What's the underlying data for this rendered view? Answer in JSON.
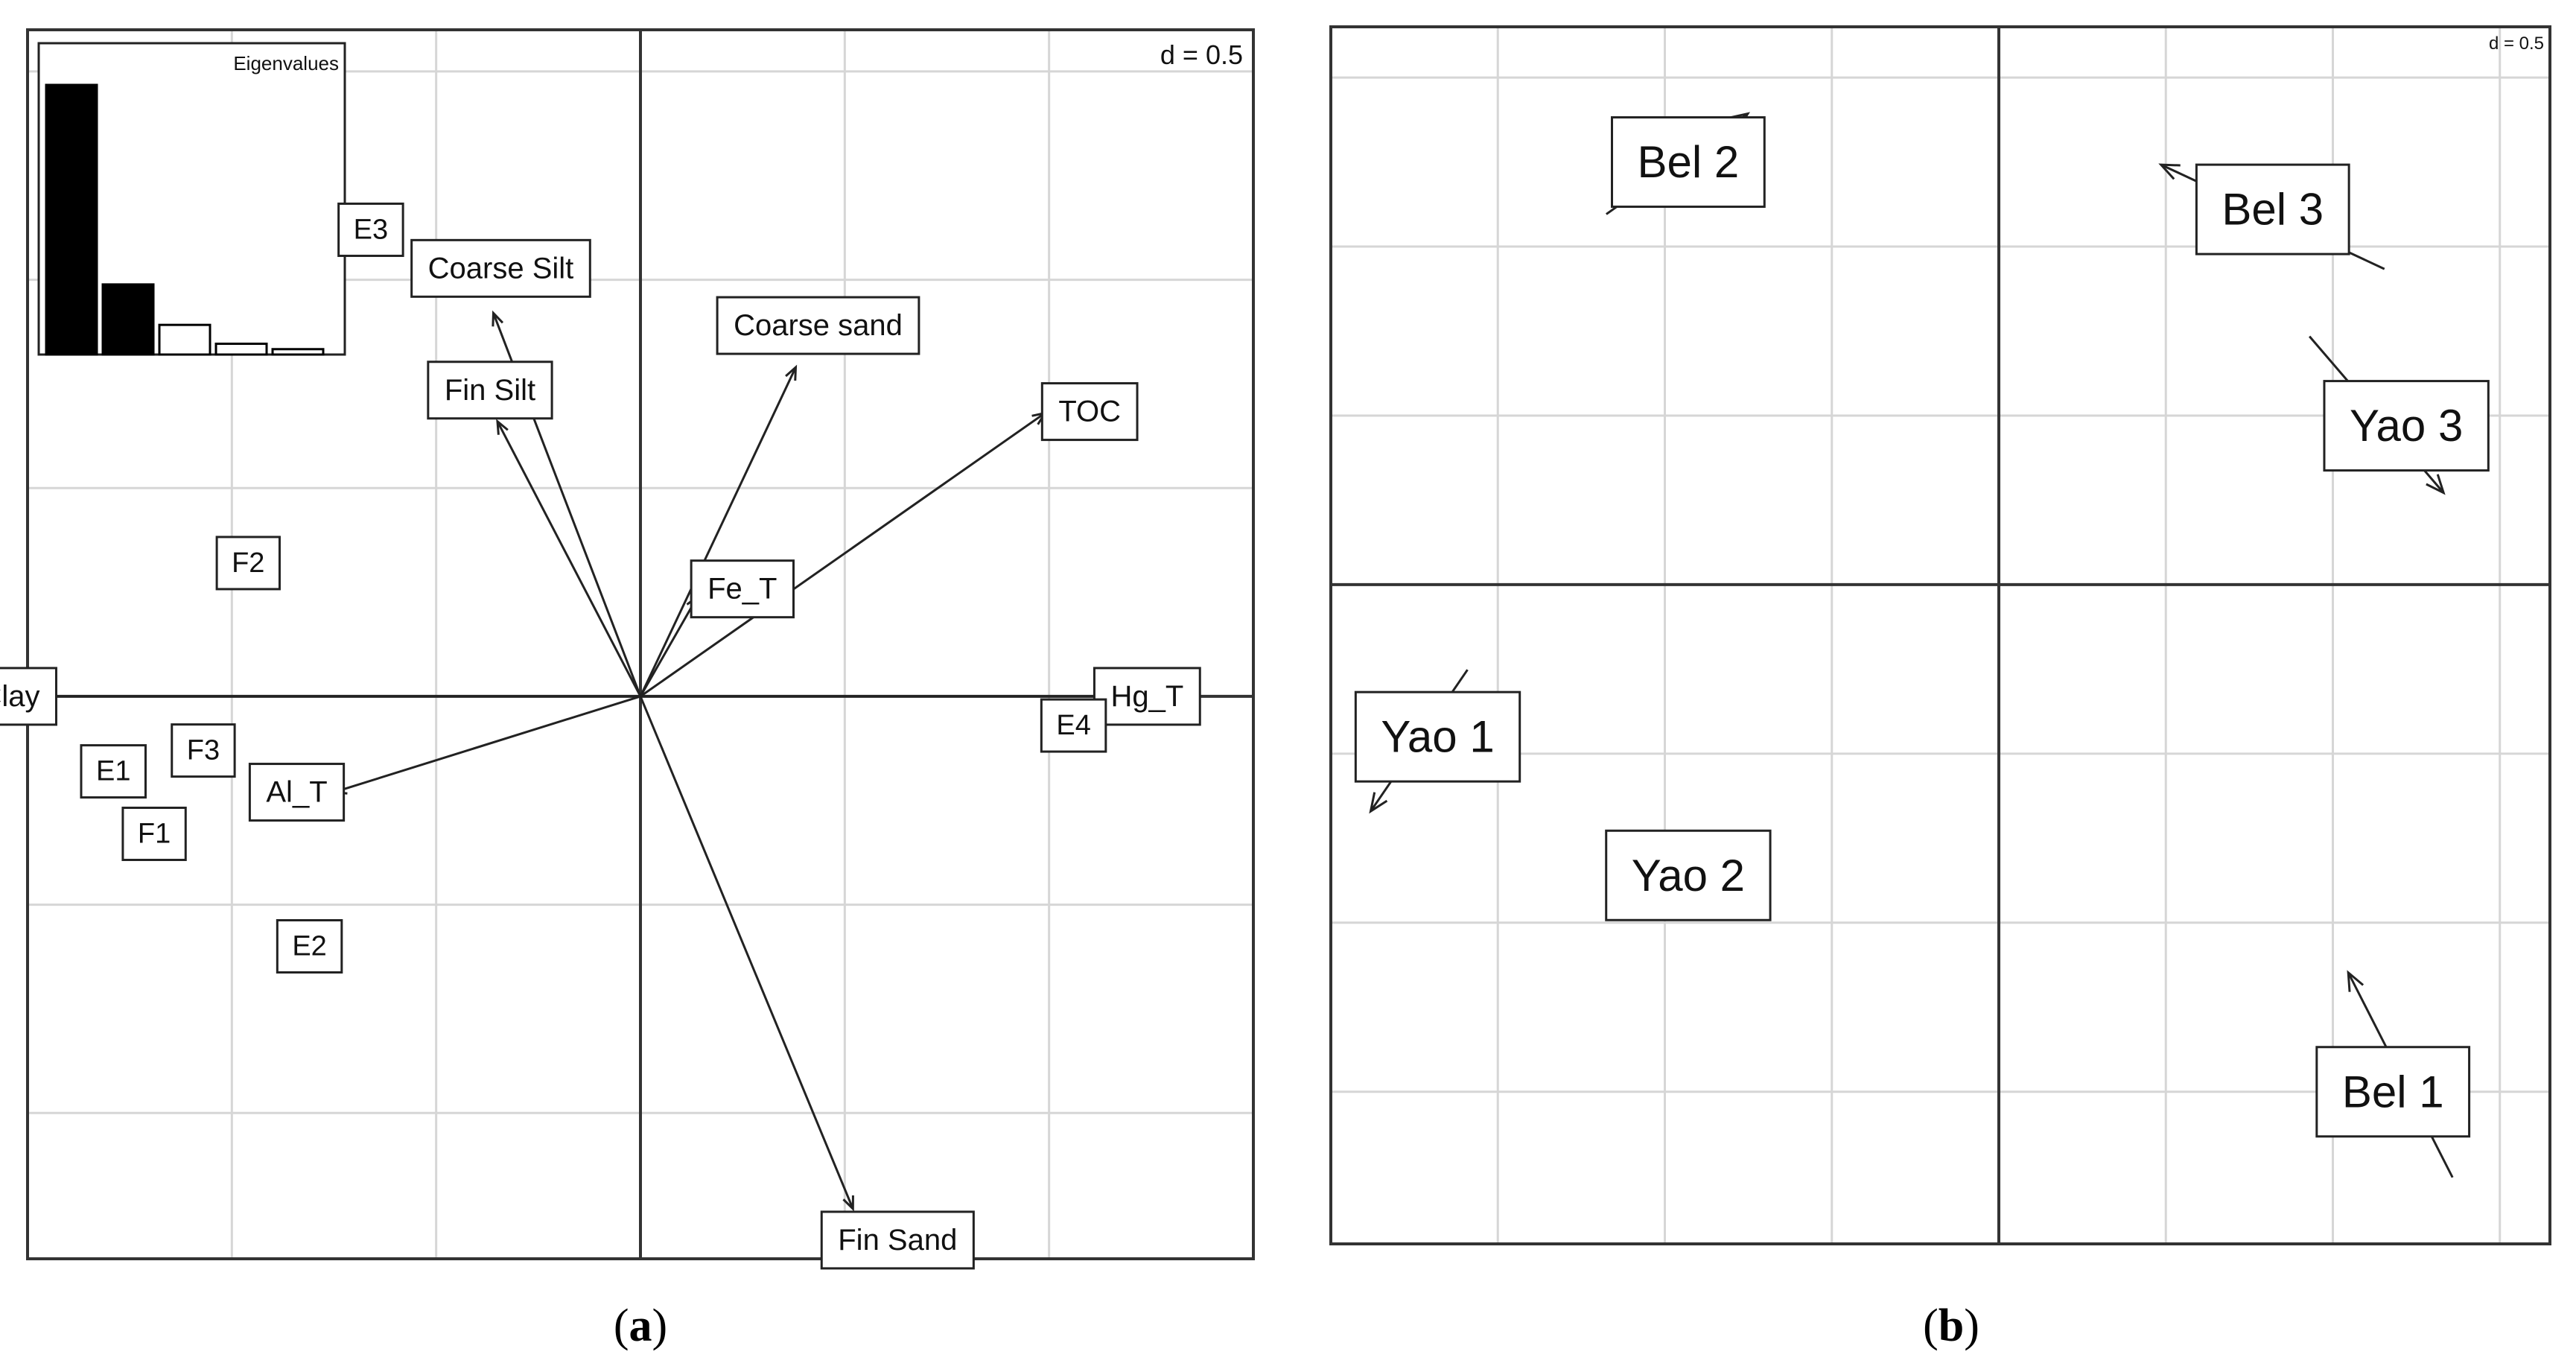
{
  "panels": {
    "a": {
      "letter": "a"
    },
    "b": {
      "letter": "b"
    }
  },
  "chart_data": [
    {
      "type": "scatter",
      "panel": "a",
      "scale_label": "d = 0.5",
      "xlim": [
        -1.5,
        1.5
      ],
      "ylim": [
        -1.35,
        1.6
      ],
      "grid": true,
      "grid_step": 0.5,
      "inset": {
        "title": "Eigenvalues",
        "type": "bar",
        "values": [
          1.0,
          0.26,
          0.11,
          0.04,
          0.02
        ]
      },
      "variables": [
        {
          "label": "Coarse Silt",
          "x": -0.36,
          "y": 0.92
        },
        {
          "label": "Fin Silt",
          "x": -0.35,
          "y": 0.66
        },
        {
          "label": "Coarse sand",
          "x": 0.38,
          "y": 0.79
        },
        {
          "label": "TOC",
          "x": 0.99,
          "y": 0.68
        },
        {
          "label": "Fe_T",
          "x": 0.14,
          "y": 0.24
        },
        {
          "label": "Clay",
          "x": -1.47,
          "y": 0.0
        },
        {
          "label": "Al_T",
          "x": -0.75,
          "y": -0.23
        },
        {
          "label": "Fin Sand",
          "x": 0.52,
          "y": -1.23
        },
        {
          "label": "Hg_T",
          "x": 1.24,
          "y": 0.0
        }
      ],
      "samples": [
        {
          "label": "E3",
          "x": -0.66,
          "y": 1.12
        },
        {
          "label": "F2",
          "x": -0.96,
          "y": 0.32
        },
        {
          "label": "F3",
          "x": -1.07,
          "y": -0.13
        },
        {
          "label": "E1",
          "x": -1.29,
          "y": -0.18
        },
        {
          "label": "F1",
          "x": -1.19,
          "y": -0.33
        },
        {
          "label": "E2",
          "x": -0.81,
          "y": -0.6
        },
        {
          "label": "E4",
          "x": 1.06,
          "y": -0.07
        }
      ]
    },
    {
      "type": "scatter",
      "panel": "b",
      "scale_label": "d = 0.5",
      "xlim": [
        -2,
        1.65
      ],
      "ylim": [
        -1.95,
        1.65
      ],
      "grid": true,
      "grid_step": 0.5,
      "points": [
        {
          "label": "Bel 2",
          "x": -0.93,
          "y": 1.25
        },
        {
          "label": "Bel 3",
          "x": 0.82,
          "y": 1.11
        },
        {
          "label": "Yao 3",
          "x": 1.22,
          "y": 0.47
        },
        {
          "label": "Yao 1",
          "x": -1.68,
          "y": -0.45
        },
        {
          "label": "Yao 2",
          "x": -0.93,
          "y": -0.86
        },
        {
          "label": "Bel 1",
          "x": 1.18,
          "y": -1.5
        }
      ]
    }
  ]
}
